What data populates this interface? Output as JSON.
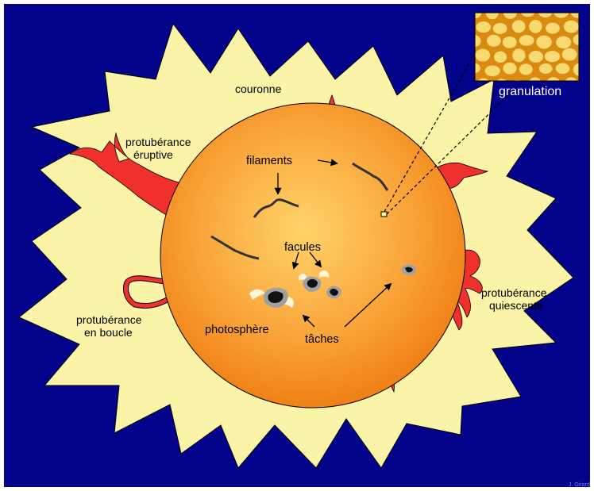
{
  "labels": {
    "couronne": "couronne",
    "eruptive_1": "protubérance",
    "eruptive_2": "éruptive",
    "filaments": "filaments",
    "facules": "facules",
    "loop_1": "protubérance",
    "loop_2": "en boucle",
    "photosphere": "photosphère",
    "taches": "tâches",
    "quiescent_1": "protubérance",
    "quiescent_2": "quiescente",
    "granulation": "granulation",
    "credit": "J. Girard"
  },
  "colors": {
    "background": "#02028a",
    "corona": "#fbf4a8",
    "prominence": "#f0302c",
    "sun_center": "#ffd36a",
    "sun_edge": "#f07a0e",
    "spot": "#111111",
    "penumbra": "#a0a0a0",
    "facula": "#fff6d8",
    "granulation_bg": "#d98b10",
    "granule": "#f9d971"
  }
}
